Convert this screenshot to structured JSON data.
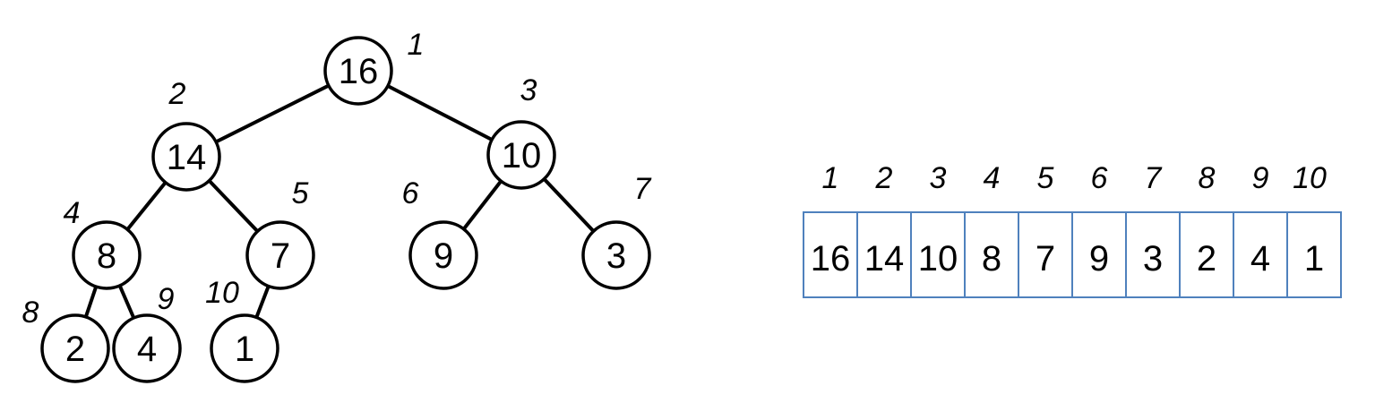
{
  "heap_tree": {
    "nodes": [
      {
        "value": "16",
        "index": "1"
      },
      {
        "value": "14",
        "index": "2"
      },
      {
        "value": "10",
        "index": "3"
      },
      {
        "value": "8",
        "index": "4"
      },
      {
        "value": "7",
        "index": "5"
      },
      {
        "value": "9",
        "index": "6"
      },
      {
        "value": "3",
        "index": "7"
      },
      {
        "value": "2",
        "index": "8"
      },
      {
        "value": "4",
        "index": "9"
      },
      {
        "value": "1",
        "index": "10"
      }
    ],
    "edges": [
      [
        1,
        2
      ],
      [
        1,
        3
      ],
      [
        2,
        4
      ],
      [
        2,
        5
      ],
      [
        3,
        6
      ],
      [
        3,
        7
      ],
      [
        4,
        8
      ],
      [
        4,
        9
      ],
      [
        5,
        10
      ]
    ]
  },
  "heap_array": {
    "indices": [
      "1",
      "2",
      "3",
      "4",
      "5",
      "6",
      "7",
      "8",
      "9",
      "10"
    ],
    "values": [
      "16",
      "14",
      "10",
      "8",
      "7",
      "9",
      "3",
      "2",
      "4",
      "1"
    ]
  },
  "colors": {
    "array_border": "#4f81bd",
    "node_stroke": "#000000"
  }
}
